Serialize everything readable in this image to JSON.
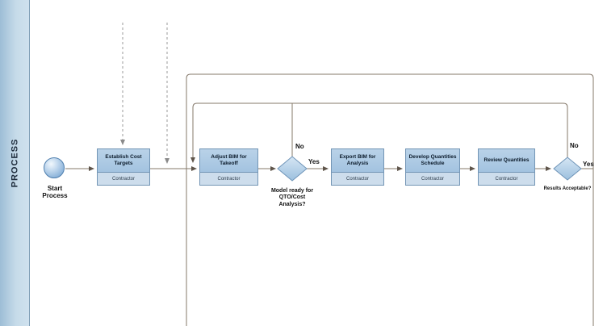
{
  "lane": {
    "label": "PROCESS"
  },
  "start_event": {
    "label": "Start Process"
  },
  "tasks": [
    {
      "title": "Establish Cost Targets",
      "role": "Contractor"
    },
    {
      "title": "Adjust BIM for Takeoff",
      "role": "Contractor"
    },
    {
      "title": "Export BIM for Analysis",
      "role": "Contractor"
    },
    {
      "title": "Develop Quantities Schedule",
      "role": "Contractor"
    },
    {
      "title": "Review Quantities",
      "role": "Contractor"
    }
  ],
  "decisions": [
    {
      "question": "Model ready for QTO/Cost Analysis?",
      "yes_label": "Yes",
      "no_label": "No"
    },
    {
      "question": "Results Acceptable?",
      "yes_label": "Yes",
      "no_label": "No"
    }
  ],
  "colors": {
    "shape_fill_light": "#d3e4f3",
    "shape_fill_dark": "#9fc1de",
    "shape_border": "#6e94b8",
    "connector": "#84786a",
    "dashed_connector": "#999999",
    "lane_fill": "#b3cde0"
  }
}
